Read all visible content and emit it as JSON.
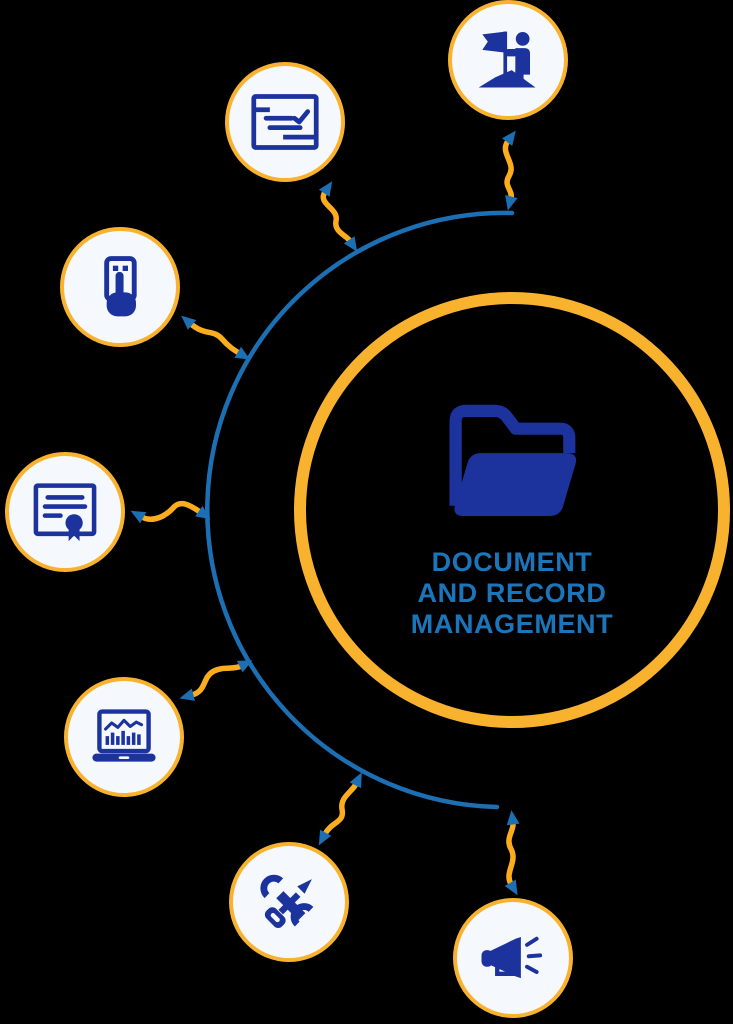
{
  "diagram": {
    "center": {
      "icon": "open-folder-icon",
      "title_lines": [
        "DOCUMENT",
        "AND RECORD",
        "MANAGEMENT"
      ]
    },
    "satellites": [
      {
        "id": "goal",
        "icon": "goal-flag-climber-icon"
      },
      {
        "id": "checklist",
        "icon": "checklist-form-icon"
      },
      {
        "id": "touch",
        "icon": "touch-screen-hand-icon"
      },
      {
        "id": "certificate",
        "icon": "certificate-icon"
      },
      {
        "id": "analytics",
        "icon": "laptop-analytics-icon"
      },
      {
        "id": "tools",
        "icon": "crossed-wrench-screwdriver-icon"
      },
      {
        "id": "megaphone",
        "icon": "megaphone-icon"
      }
    ]
  },
  "colors": {
    "navy": "#1C339E",
    "blue": "#1B6FB2",
    "text": "#1B75BB",
    "yellow": "#F9B22E",
    "yellow_line": "#FBAD1E",
    "satellite_fill": "#F5F8FC",
    "background": "#000000"
  }
}
